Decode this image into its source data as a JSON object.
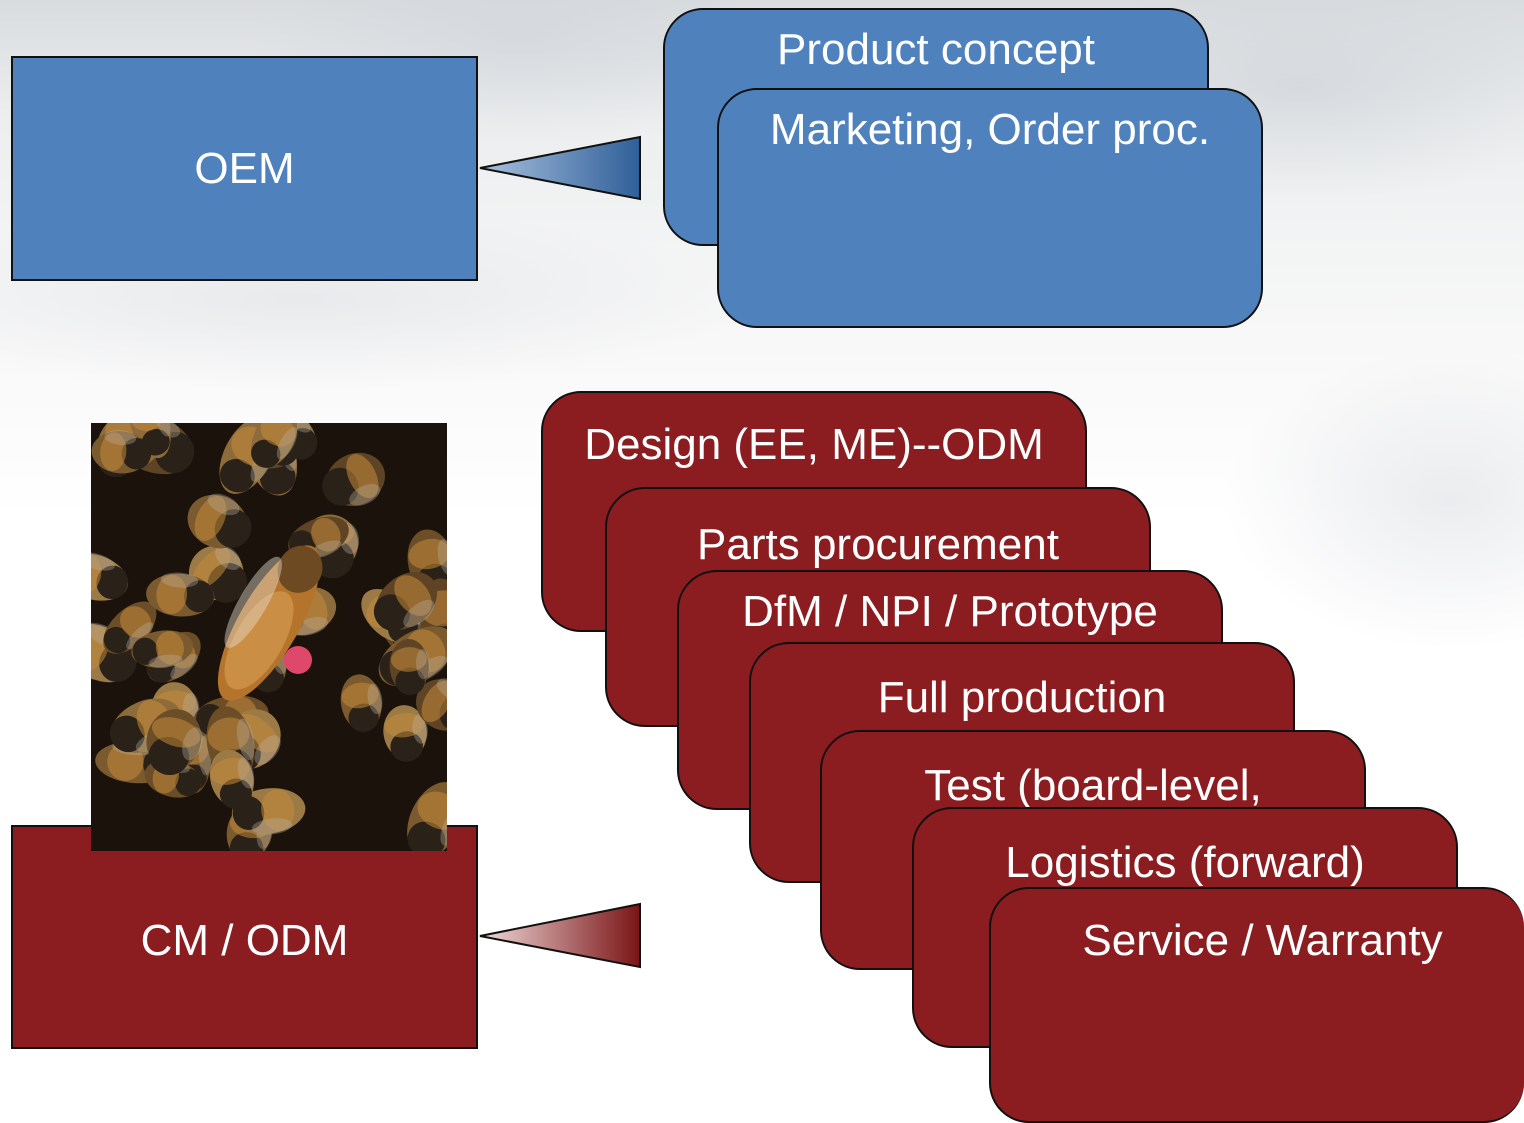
{
  "oem": {
    "label": "OEM",
    "color": "#4f81bd",
    "cards": [
      "Product concept",
      "Marketing, Order proc."
    ]
  },
  "cm": {
    "label": "CM / ODM",
    "color": "#8b1c1f",
    "cards": [
      "Design (EE, ME)--ODM",
      "Parts procurement",
      "DfM / NPI / Prototype",
      "Full production",
      "Test (board-level,",
      "Logistics (forward)",
      "Service / Warranty"
    ]
  },
  "image": {
    "subject": "bee-colony-photo"
  }
}
